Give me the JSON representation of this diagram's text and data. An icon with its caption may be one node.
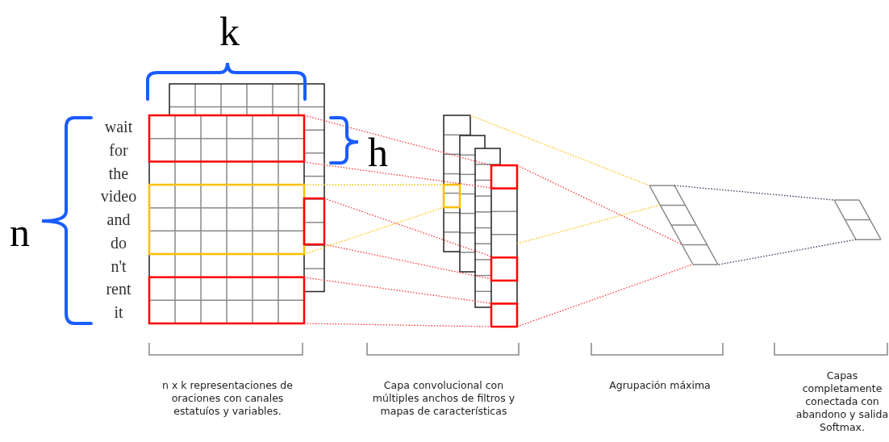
{
  "diagram": {
    "labels": [
      "k",
      "wait",
      "for",
      "h",
      "the",
      "video",
      "and",
      "n",
      "do",
      "n't",
      "rent",
      "it",
      "n x k representaciones de oraciones con canales estatuíos y variables.",
      "Capa convolucional con múltiples anchos de filtros y mapas de características",
      "Agrupación máxima",
      "Capas completamente conectada con abandono y salida Softmax."
    ]
  }
}
